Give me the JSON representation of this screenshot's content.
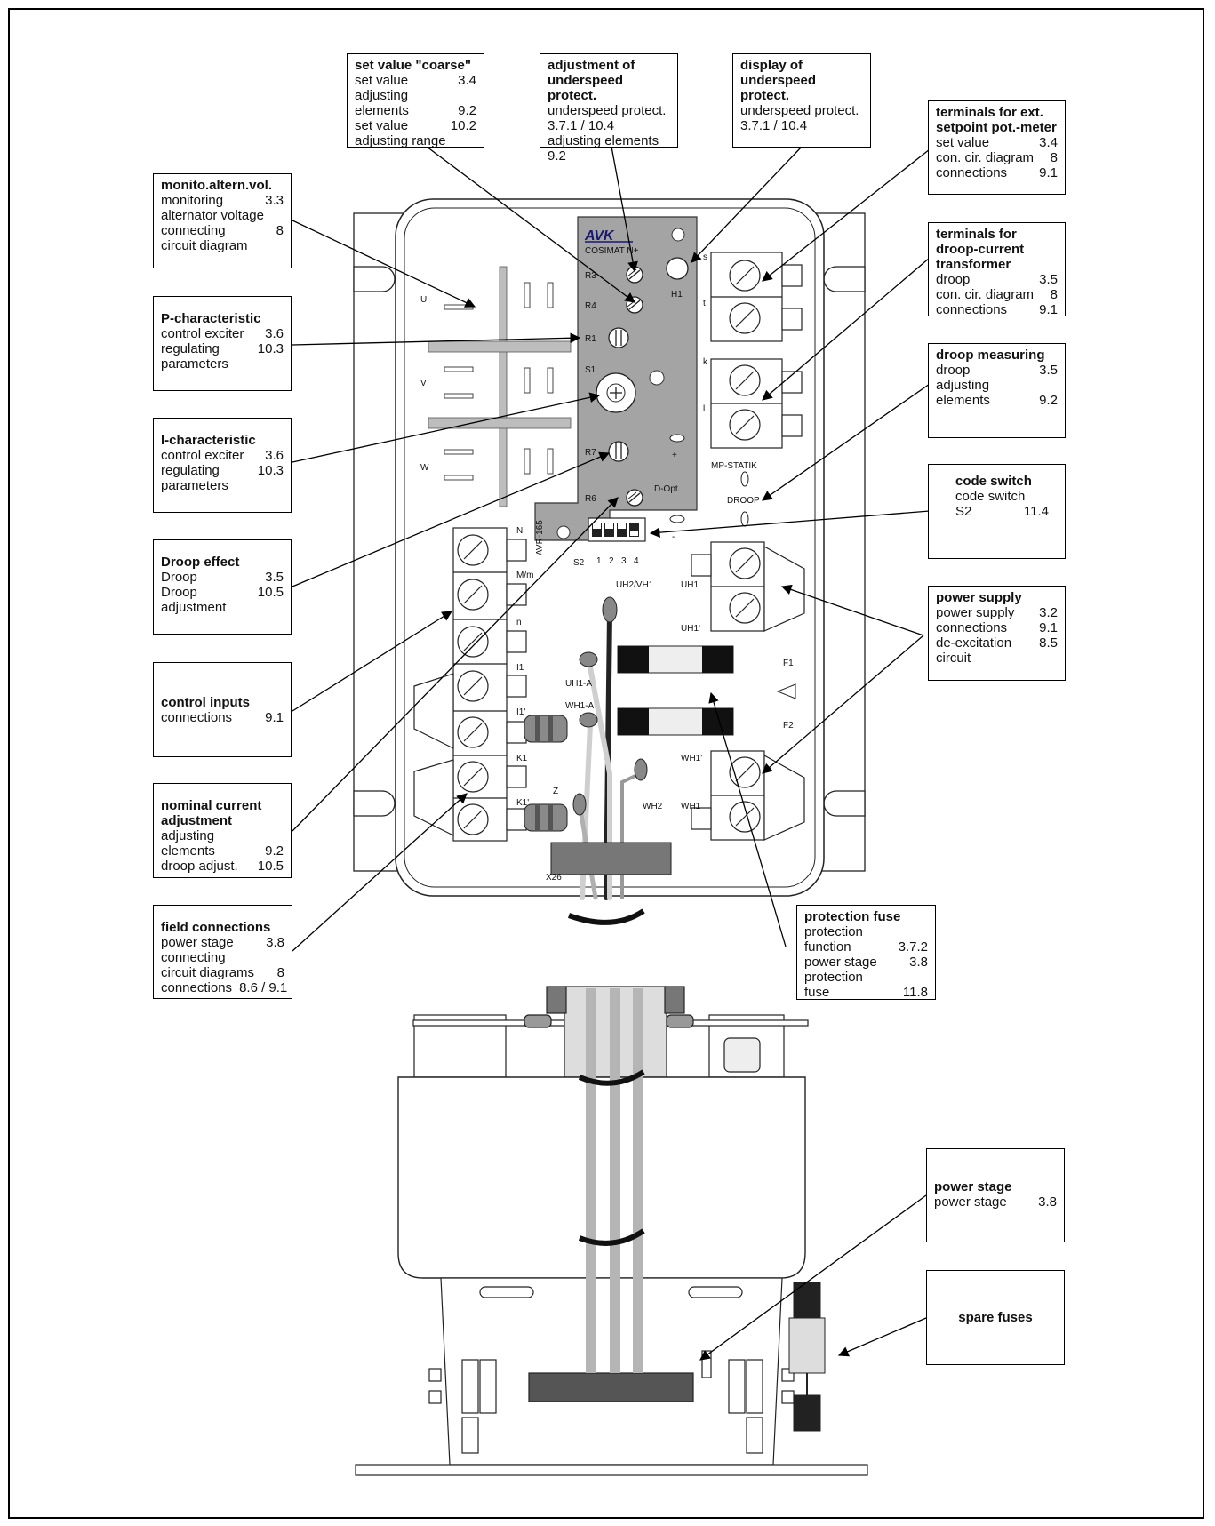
{
  "device": {
    "brand": "AVK",
    "model": "COSIMAT N+",
    "part_code": "AVR-165",
    "pot_labels": [
      "R3",
      "R4",
      "R1",
      "S1",
      "R7",
      "R6"
    ],
    "led_label": "H1",
    "terminal_letters_right": [
      "s",
      "t",
      "k",
      "l"
    ],
    "phase_labels": [
      "U",
      "V",
      "W"
    ],
    "left_terminals": [
      "N",
      "M/m",
      "n",
      "I1",
      "I1'",
      "K1",
      "K1'"
    ],
    "mp_statik": "MP-STATIK",
    "droop": "DROOP",
    "d_opt": "D-Opt.",
    "plus": "+",
    "minus": "-",
    "switch_label": "S2",
    "switch_positions": [
      "1",
      "2",
      "3",
      "4"
    ],
    "uh_labels": [
      "UH2/VH1",
      "UH1",
      "UH1'",
      "UH1-A",
      "WH1-A",
      "WH1'",
      "WH2",
      "WH1"
    ],
    "fuse_labels": [
      "F1",
      "F2"
    ],
    "z_label": "Z",
    "x26_label": "X26"
  },
  "callouts": [
    {
      "id": "set-value-coarse",
      "title": "set value \"coarse\"",
      "rows": [
        [
          "set value",
          "3.4"
        ],
        [
          "adjusting",
          ""
        ],
        [
          "elements",
          "9.2"
        ],
        [
          "set value",
          "10.2"
        ],
        [
          "adjusting range",
          ""
        ]
      ]
    },
    {
      "id": "adjustment-underspeed",
      "title": "adjustment of underspeed protect.",
      "rows": [
        [
          "underspeed protect.",
          ""
        ],
        [
          "3.7.1 / 10.4",
          ""
        ],
        [
          "adjusting elements",
          ""
        ],
        [
          "9.2",
          ""
        ]
      ]
    },
    {
      "id": "display-underspeed",
      "title": "display of underspeed protect.",
      "rows": [
        [
          "underspeed protect.",
          ""
        ],
        [
          "3.7.1 / 10.4",
          ""
        ]
      ]
    },
    {
      "id": "terminals-ext-setpoint",
      "title": "terminals  for ext. setpoint pot.-meter",
      "rows": [
        [
          "set value",
          "3.4"
        ],
        [
          "con. cir. diagram",
          "8"
        ],
        [
          "connections",
          "9.1"
        ]
      ]
    },
    {
      "id": "monito-altern-vol",
      "title": "monito.altern.vol.",
      "rows": [
        [
          "monitoring",
          "3.3"
        ],
        [
          "alternator voltage",
          ""
        ],
        [
          "connecting",
          "8"
        ],
        [
          "circuit diagram",
          ""
        ]
      ]
    },
    {
      "id": "terminals-droop-ct",
      "title": "terminals  for droop-current transformer",
      "rows": [
        [
          "droop",
          "3.5"
        ],
        [
          "con. cir. diagram",
          "8"
        ],
        [
          "connections",
          "9.1"
        ]
      ]
    },
    {
      "id": "p-characteristic",
      "title": "P-characteristic",
      "rows": [
        [
          "control exciter",
          "3.6"
        ],
        [
          "regulating",
          "10.3"
        ],
        [
          "parameters",
          ""
        ]
      ]
    },
    {
      "id": "droop-measuring",
      "title": "droop measuring",
      "rows": [
        [
          "droop",
          "3.5"
        ],
        [
          "adjusting",
          ""
        ],
        [
          "elements",
          "9.2"
        ]
      ]
    },
    {
      "id": "i-characteristic",
      "title": "I-characteristic",
      "rows": [
        [
          "control exciter",
          "3.6"
        ],
        [
          "regulating",
          "10.3"
        ],
        [
          "parameters",
          ""
        ]
      ]
    },
    {
      "id": "code-switch",
      "title": "code switch",
      "rows": [
        [
          "code switch",
          ""
        ],
        [
          "S2",
          "11.4"
        ]
      ]
    },
    {
      "id": "droop-effect",
      "title": "Droop effect",
      "rows": [
        [
          "Droop",
          "3.5"
        ],
        [
          "Droop",
          "10.5"
        ],
        [
          "adjustment",
          ""
        ]
      ]
    },
    {
      "id": "power-supply",
      "title": "power supply",
      "rows": [
        [
          "power supply",
          "3.2"
        ],
        [
          "connections",
          "9.1"
        ],
        [
          "de-excitation",
          "8.5"
        ],
        [
          "circuit",
          ""
        ]
      ]
    },
    {
      "id": "control-inputs",
      "title": "control inputs",
      "rows": [
        [
          "connections",
          "9.1"
        ]
      ]
    },
    {
      "id": "nominal-current",
      "title": "nominal current adjustment",
      "rows": [
        [
          "adjusting",
          ""
        ],
        [
          "elements",
          "9.2"
        ],
        [
          "droop adjust.",
          "10.5"
        ]
      ]
    },
    {
      "id": "field-connections",
      "title": "field connections",
      "rows": [
        [
          "power stage",
          "3.8"
        ],
        [
          "connecting",
          ""
        ],
        [
          "circuit diagrams",
          "8"
        ],
        [
          "connections",
          "8.6 / 9.1"
        ]
      ]
    },
    {
      "id": "protection-fuse",
      "title": "protection fuse",
      "rows": [
        [
          "protection",
          ""
        ],
        [
          "function",
          "3.7.2"
        ],
        [
          "power stage",
          "3.8"
        ],
        [
          "protection",
          ""
        ],
        [
          "fuse",
          "11.8"
        ]
      ]
    },
    {
      "id": "power-stage",
      "title": "power stage",
      "rows": [
        [
          "power stage",
          "3.8"
        ]
      ]
    },
    {
      "id": "spare-fuses",
      "title": "spare fuses",
      "rows": []
    }
  ]
}
